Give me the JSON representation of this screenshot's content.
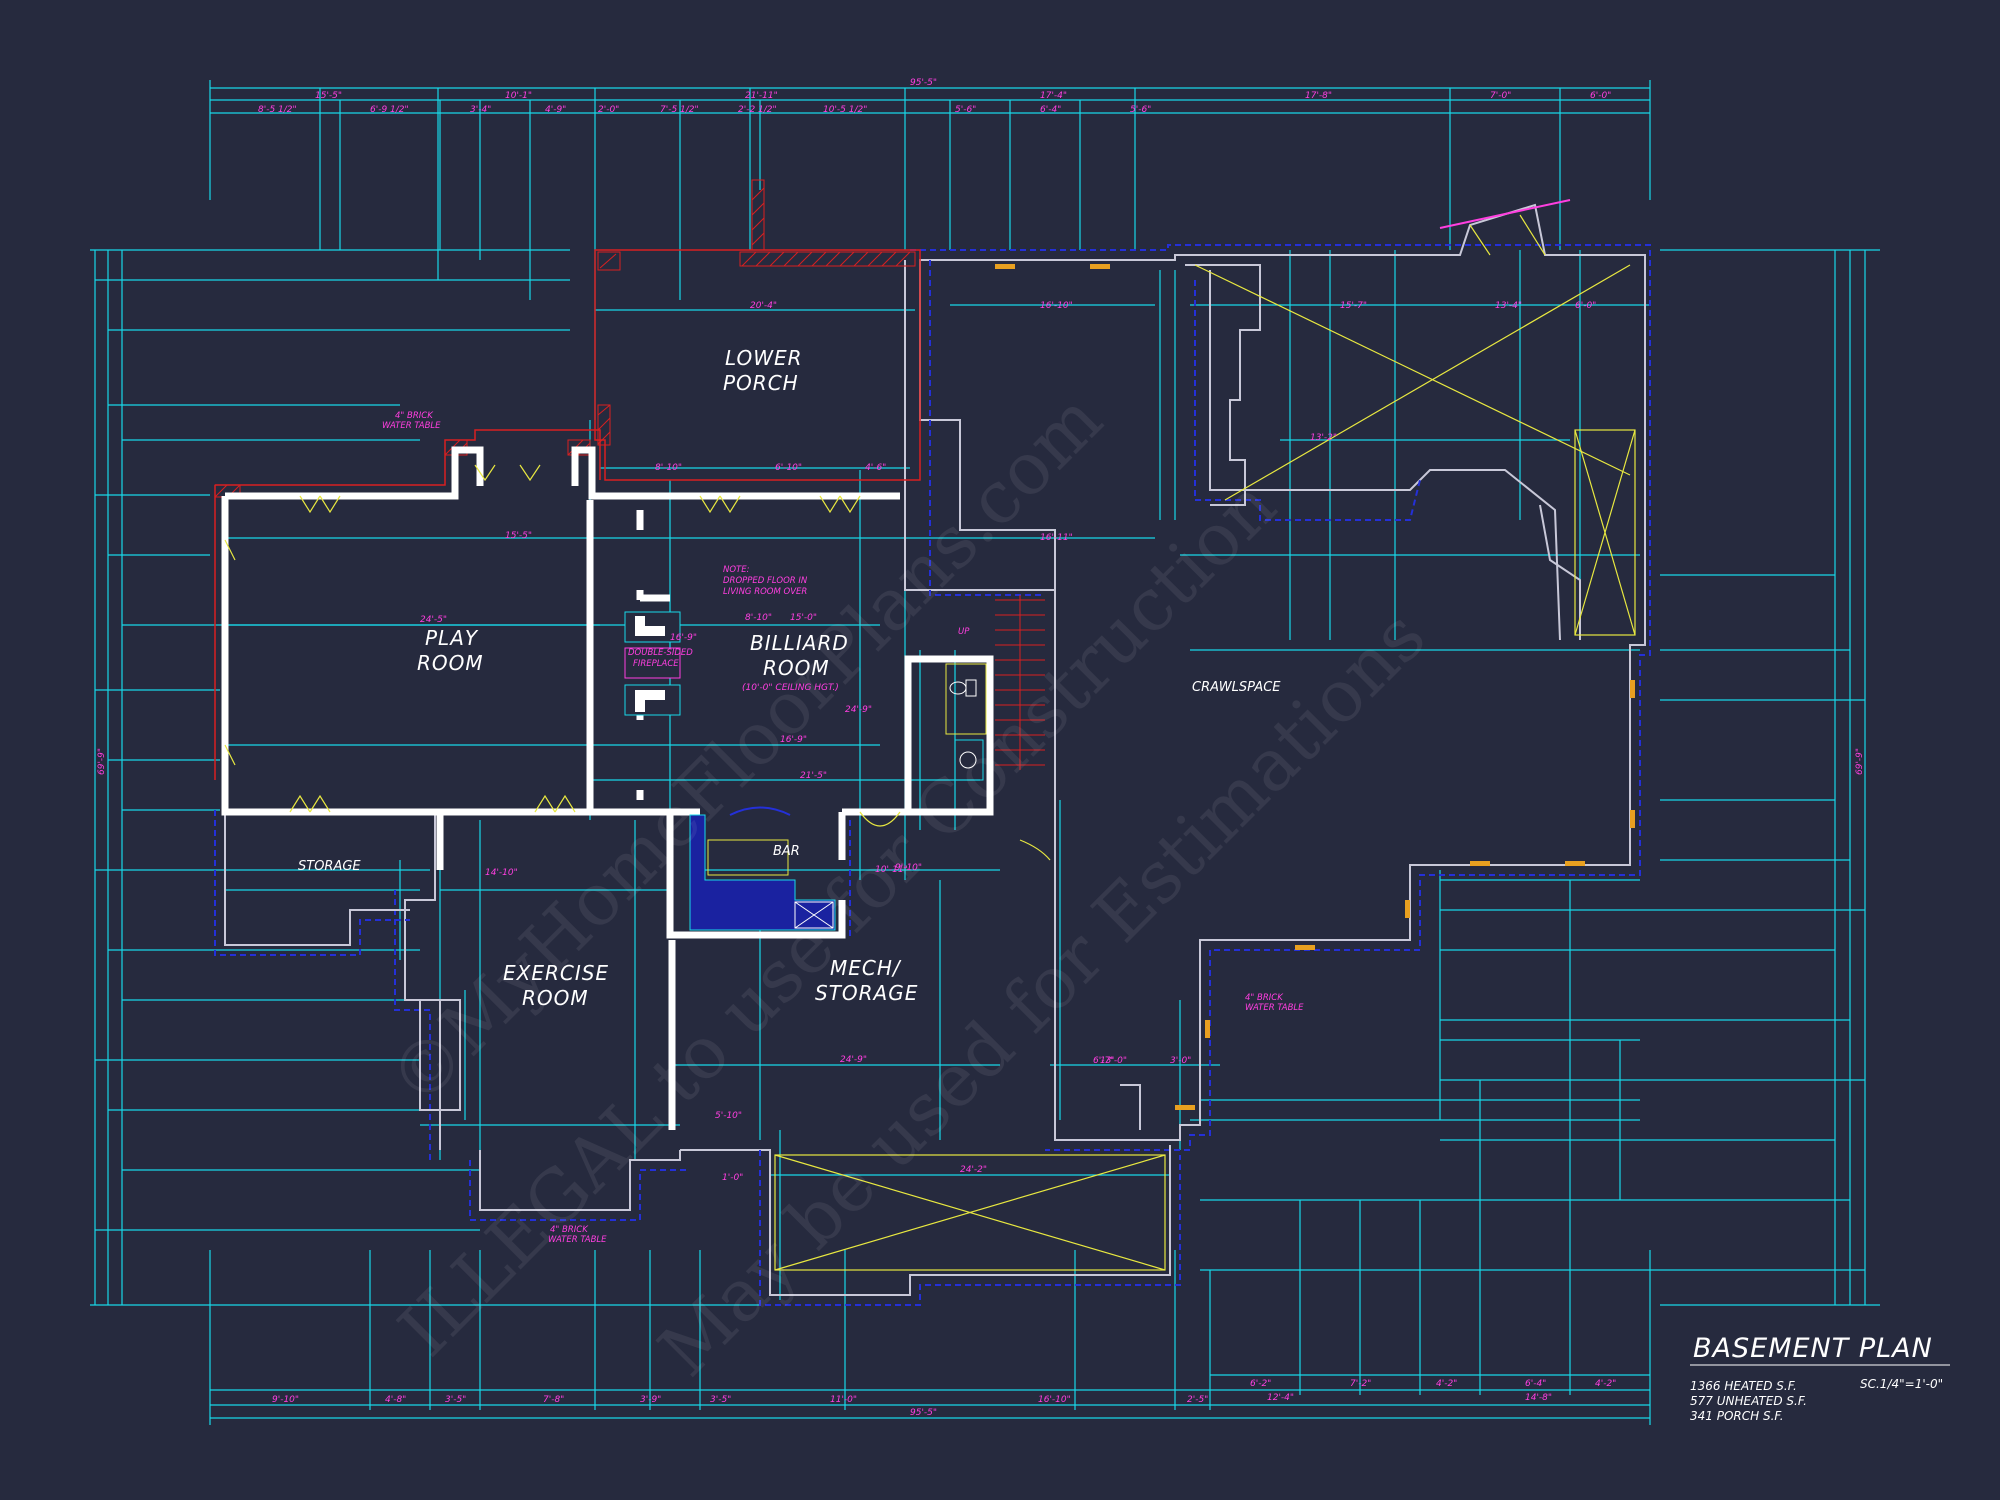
{
  "rooms": {
    "lower_porch_1": "LOWER",
    "lower_porch_2": "PORCH",
    "play_room_1": "PLAY",
    "play_room_2": "ROOM",
    "billiard_1": "BILLIARD",
    "billiard_2": "ROOM",
    "billiard_ceiling": "(10'-0\" CEILING HGT.)",
    "exercise_1": "EXERCISE",
    "exercise_2": "ROOM",
    "mech_1": "MECH/",
    "mech_2": "STORAGE",
    "storage": "STORAGE",
    "crawlspace": "CRAWLSPACE",
    "bar": "BAR"
  },
  "notes": {
    "dropped_1": "NOTE:",
    "dropped_2": "DROPPED FLOOR IN",
    "dropped_3": "LIVING ROOM OVER",
    "fireplace_1": "DOUBLE-SIDED",
    "fireplace_2": "FIREPLACE",
    "brick_1": "4\" BRICK",
    "brick_2": "WATER TABLE",
    "up": "UP"
  },
  "dimensions": {
    "top_overall": "95'-5\"",
    "top_row1": [
      "15'-5\"",
      "10'-1\"",
      "21'-11\"",
      "17'-4\"",
      "17'-8\"",
      "7'-0\"",
      "6'-0\""
    ],
    "top_row2": [
      "8'-5 1/2\"",
      "6'-9 1/2\"",
      "3'-4\"",
      "4'-9\"",
      "2'-0\"",
      "7'-5 1/2\"",
      "2'-2 1/2\"",
      "10'-5 1/2\"",
      "5'-6\"",
      "6'-4\"",
      "5'-6\""
    ],
    "bottom_overall": "95'-5\"",
    "bottom_row": [
      "9'-10\"",
      "4'-8\"",
      "3'-5\"",
      "7'-8\"",
      "3'-9\"",
      "3'-5\"",
      "11'-0\"",
      "16'-10\"",
      "2'-5\""
    ],
    "bottom_right": [
      "6'-2\"",
      "7'-2\"",
      "4'-2\"",
      "6'-4\"",
      "4'-2\""
    ],
    "bottom_right2": [
      "12'-4\"",
      "14'-8\""
    ],
    "left_overall": "69'-9\"",
    "right_overall": "69'-9\"",
    "interior": [
      "20'-4\"",
      "16'-10\"",
      "15'-7\"",
      "13'-4\"",
      "6'-0\"",
      "8'-10\"",
      "6'-10\"",
      "4'-6\"",
      "16'-11\"",
      "15'-5\"",
      "8'-10\"",
      "16'-9\"",
      "24'-5\"",
      "24'-9\"",
      "15'-0\"",
      "16'-9\"",
      "21'-5\"",
      "13'-2\"",
      "5'-10\"",
      "14'-10\"",
      "10'-11\"",
      "9'-10\"",
      "13'-0\"",
      "24'-9\"",
      "24'-2\"",
      "6'-7\"",
      "3'-0\"",
      "1'-0\""
    ]
  },
  "title_block": {
    "title": "BASEMENT PLAN",
    "scale": "SC.1/4\"=1'-0\"",
    "heated": "1366 HEATED S.F.",
    "unheated": "577 UNHEATED S.F.",
    "porch": "341 PORCH S.F."
  },
  "watermark": {
    "line1": "©MyHomeFloorPlans.com",
    "line2": "ILLEGAL to use for Construction",
    "line3": "May be used for Estimations"
  },
  "colors": {
    "background": "#262a3e",
    "dimension_lines": "#18d8e8",
    "dimension_text": "#ff3fe0",
    "walls": "#ffffff",
    "foundation": "#2430d8",
    "porch_slab": "#d82020",
    "crawl_x": "#e8e840"
  }
}
